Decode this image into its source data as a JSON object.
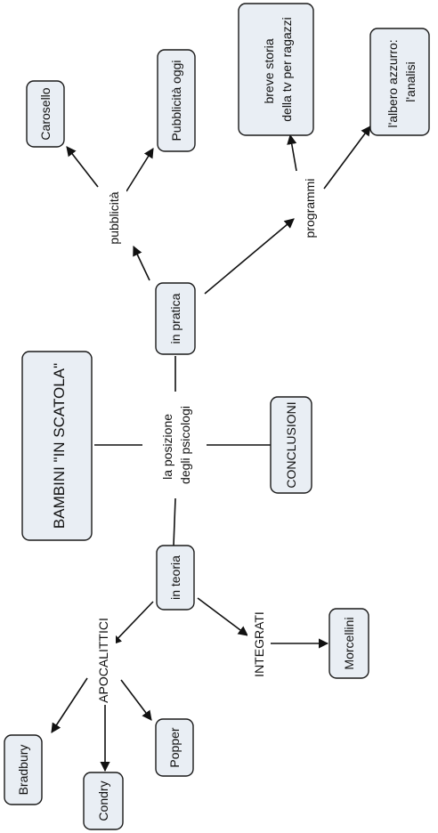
{
  "concept_map": {
    "title": "BAMBINI \"IN SCATOLA\"",
    "center": [
      "la posizione",
      "degli psicologi"
    ],
    "conclusion": "CONCLUSIONI",
    "practice": {
      "label": "in pratica",
      "advertising": {
        "label": "pubblicità",
        "items": [
          "Carosello",
          "Pubblicità oggi"
        ]
      },
      "programs": {
        "label": "programmi",
        "items": [
          [
            "breve storia",
            "della tv per ragazzi"
          ],
          [
            "l'albero azzurro:",
            "l'analisi"
          ]
        ]
      }
    },
    "theory": {
      "label": "in teoria",
      "apocalyptic": {
        "label": "APOCALITTICI",
        "items": [
          "Bradbury",
          "Condry",
          "Popper"
        ]
      },
      "integrated": {
        "label": "INTEGRATI",
        "items": [
          "Morcellini"
        ]
      }
    }
  }
}
